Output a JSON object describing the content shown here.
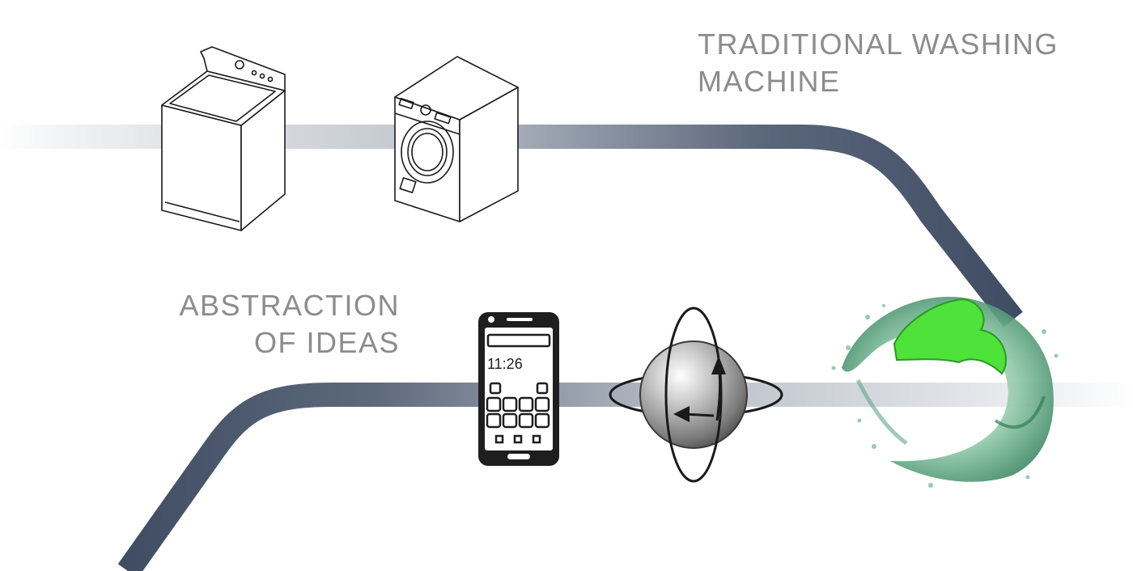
{
  "labels": {
    "traditional": {
      "line1": "TRADITIONAL WASHING",
      "line2": "MACHINE"
    },
    "abstraction": {
      "line1": "ABSTRACTION",
      "line2": "OF IDEAS"
    }
  },
  "phone": {
    "time": "11:26"
  },
  "colors": {
    "path_dark": "#46546a",
    "path_light": "#e6e8ec",
    "text": "#8c8c8c",
    "water_green": "#4ee23a"
  },
  "icons": [
    "top-loader-washer-icon",
    "front-loader-washer-icon",
    "smartphone-icon",
    "globe-orbit-icon",
    "water-splash-icon"
  ]
}
